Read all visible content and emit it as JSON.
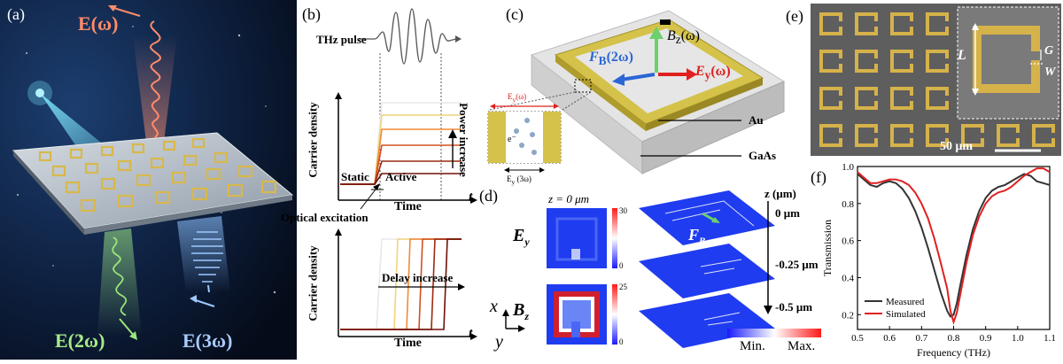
{
  "panels": {
    "a": {
      "label": "(a)",
      "e_omega": "E(ω)",
      "e_2omega": "E(2ω)",
      "e_3omega": "E(3ω)"
    },
    "b": {
      "label": "(b)",
      "thz_pulse": "THz pulse",
      "carrier_density": "Carrier density",
      "power_increase": "Power increase",
      "static": "Static",
      "active": "Active",
      "time": "Time",
      "t": "t",
      "optical_excitation": "Optical excitation",
      "delay_increase": "Delay increase"
    },
    "c": {
      "label": "(c)",
      "fb": "F",
      "fb_sub": "B",
      "fb_arg": "(2ω)",
      "bz": "B",
      "bz_sub": "z",
      "bz_arg": "(ω)",
      "ey": "E",
      "ey_sub": "y",
      "ey_arg": "(ω)",
      "au": "Au",
      "gaas": "GaAs",
      "inset_top": "E",
      "inset_top_sub": "y",
      "inset_top_arg": "(ω)",
      "inset_bottom": "E",
      "inset_bottom_sub": "y",
      "inset_bottom_arg": " (3ω)",
      "electron": "e⁻"
    },
    "d": {
      "label": "(d)",
      "z0": "z = 0 μm",
      "ey": "E",
      "ey_sub": "y",
      "bz": "B",
      "bz_sub": "z",
      "ey_scale_max": "30",
      "ey_scale_min": "0",
      "bz_scale_max": "25",
      "bz_scale_min": "0",
      "z_axis": "z (μm)",
      "z_levels": [
        "0 μm",
        "-0.25 μm",
        "-0.5 μm"
      ],
      "fb": "F",
      "fb_sub": "B",
      "axis_x": "x",
      "axis_y": "y",
      "min": "Min.",
      "max": "Max."
    },
    "e": {
      "label": "(e)",
      "L": "L",
      "G": "G",
      "W": "W",
      "scalebar": "50 μm"
    },
    "f": {
      "label": "(f)",
      "legend_measured": "Measured",
      "legend_simulated": "Simulated"
    }
  },
  "chart_data": {
    "type": "line",
    "xlabel": "Frequency (THz)",
    "ylabel": "Transmission",
    "xlim": [
      0.5,
      1.1
    ],
    "ylim": [
      0.12,
      1.0
    ],
    "xticks": [
      "0.5",
      "0.6",
      "0.7",
      "0.8",
      "0.9",
      "1.0",
      "1.1"
    ],
    "yticks": [
      "0.2",
      "0.4",
      "0.6",
      "0.8",
      "1.0"
    ],
    "legend_position": "bottom-left",
    "series": [
      {
        "name": "Measured",
        "color": "#333333",
        "x": [
          0.5,
          0.52,
          0.54,
          0.56,
          0.58,
          0.6,
          0.62,
          0.64,
          0.66,
          0.68,
          0.7,
          0.72,
          0.74,
          0.76,
          0.78,
          0.79,
          0.8,
          0.81,
          0.82,
          0.84,
          0.86,
          0.88,
          0.9,
          0.92,
          0.94,
          0.96,
          0.98,
          1.0,
          1.02,
          1.04,
          1.06,
          1.08,
          1.1
        ],
        "y": [
          0.96,
          0.93,
          0.9,
          0.89,
          0.91,
          0.92,
          0.91,
          0.88,
          0.83,
          0.76,
          0.67,
          0.56,
          0.44,
          0.32,
          0.22,
          0.19,
          0.2,
          0.26,
          0.35,
          0.52,
          0.66,
          0.76,
          0.83,
          0.87,
          0.89,
          0.9,
          0.92,
          0.94,
          0.96,
          0.95,
          0.92,
          0.91,
          0.9
        ]
      },
      {
        "name": "Simulated",
        "color": "#e02020",
        "x": [
          0.5,
          0.52,
          0.54,
          0.56,
          0.58,
          0.6,
          0.62,
          0.64,
          0.66,
          0.68,
          0.7,
          0.72,
          0.74,
          0.76,
          0.78,
          0.79,
          0.8,
          0.81,
          0.82,
          0.84,
          0.86,
          0.88,
          0.9,
          0.92,
          0.94,
          0.96,
          0.98,
          1.0,
          1.02,
          1.04,
          1.06,
          1.08,
          1.1
        ],
        "y": [
          0.97,
          0.94,
          0.91,
          0.91,
          0.92,
          0.93,
          0.93,
          0.92,
          0.9,
          0.86,
          0.8,
          0.72,
          0.61,
          0.48,
          0.34,
          0.22,
          0.16,
          0.21,
          0.3,
          0.48,
          0.63,
          0.73,
          0.8,
          0.84,
          0.86,
          0.87,
          0.89,
          0.92,
          0.95,
          0.97,
          0.99,
          0.99,
          0.97
        ]
      }
    ]
  }
}
